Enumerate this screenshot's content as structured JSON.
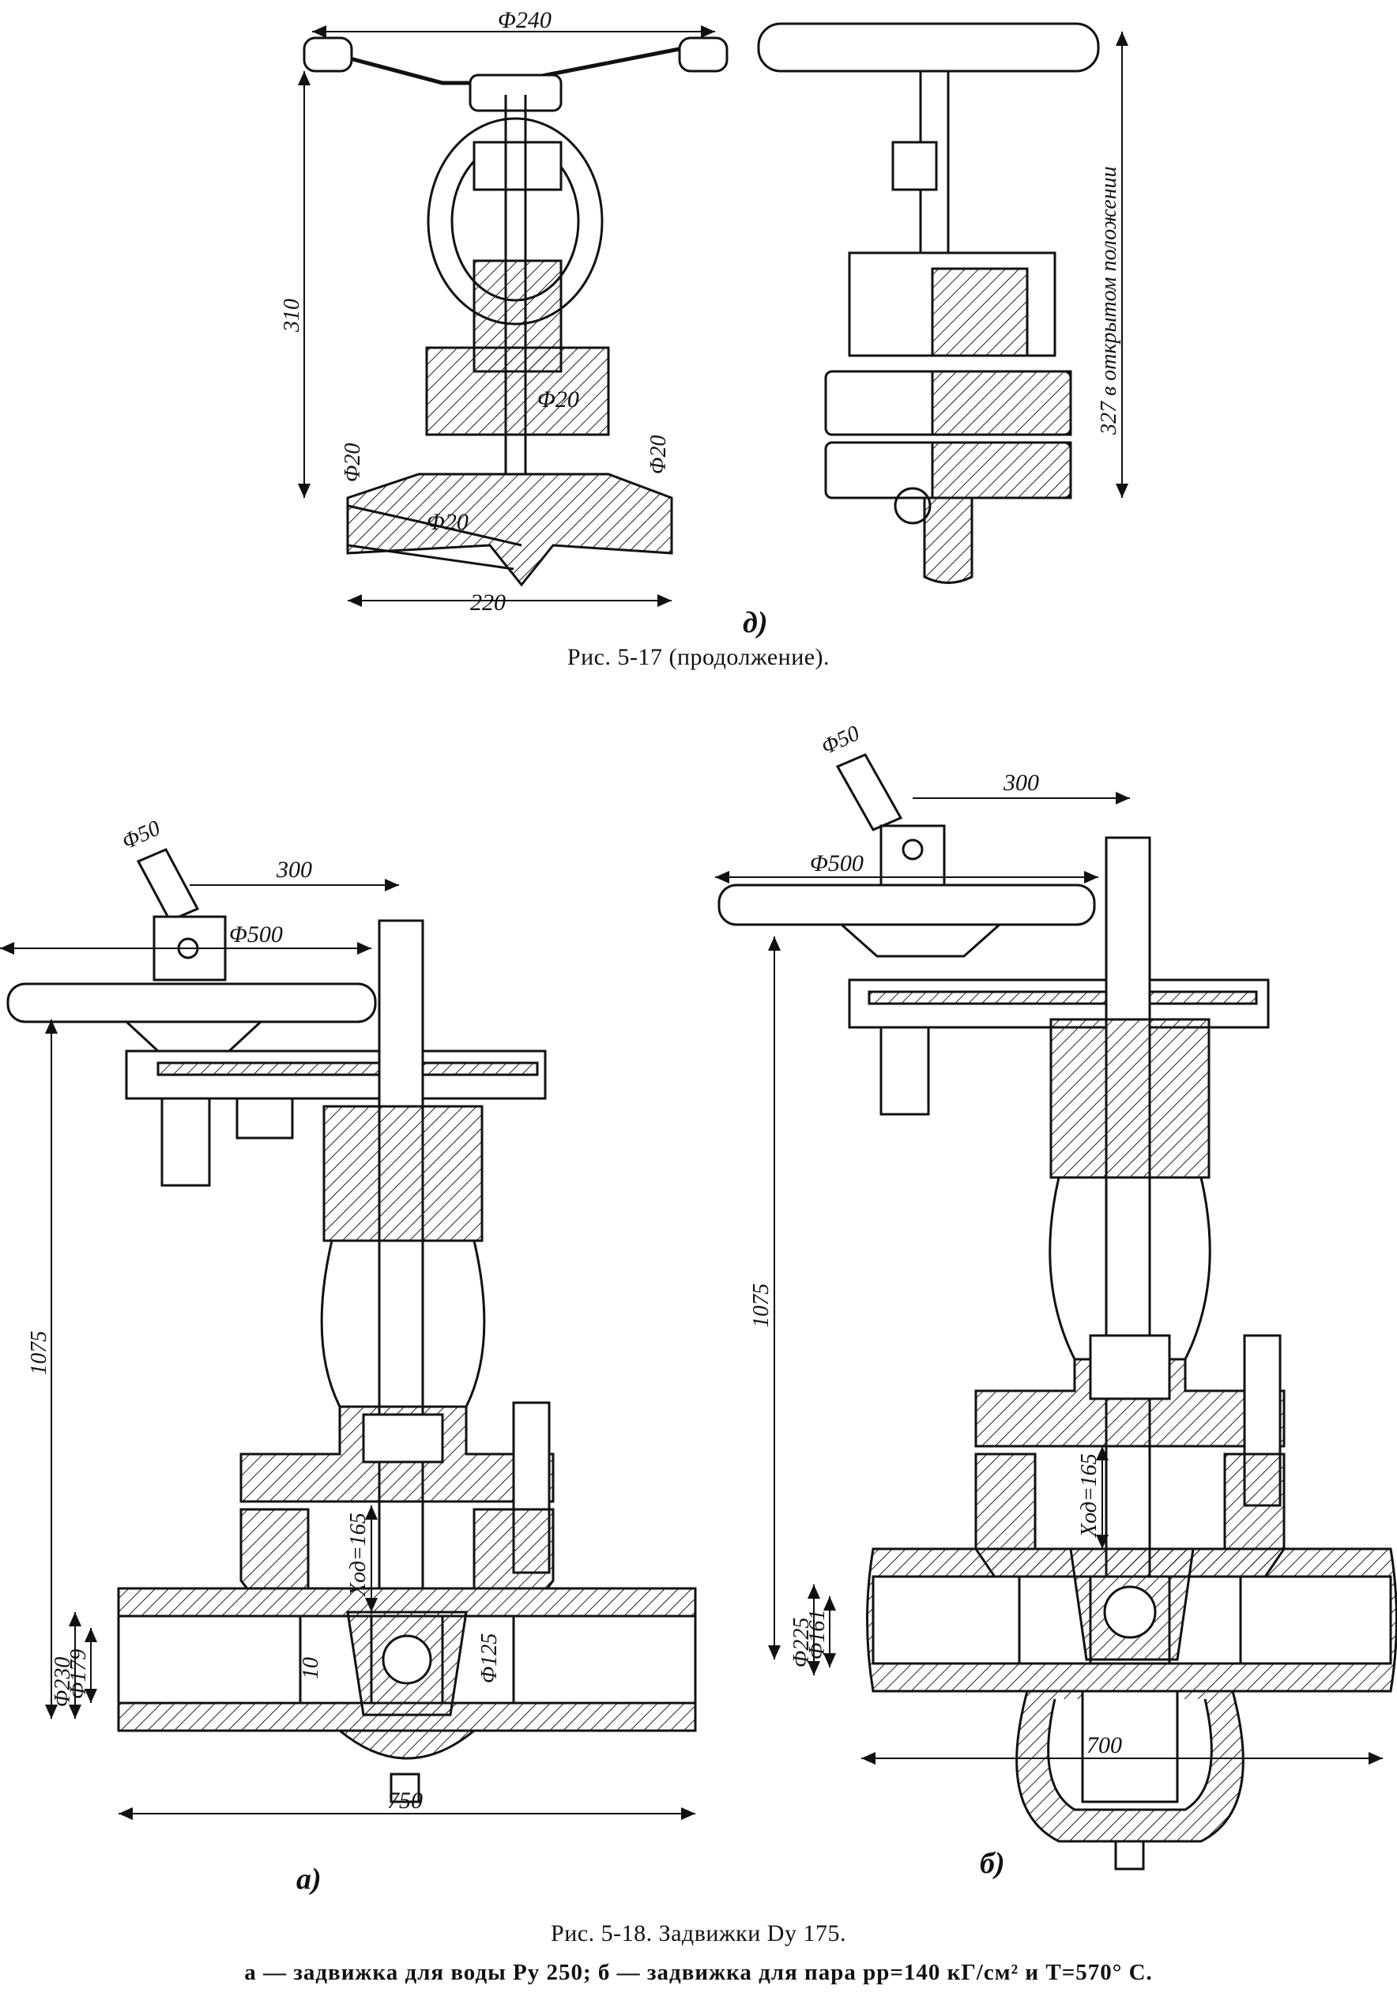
{
  "fig17": {
    "sub_d": "д)",
    "caption": "Рис. 5-17 (продолжение).",
    "dims": {
      "wheel_dia": "Φ240",
      "height": "310",
      "stem_dia": "Φ20",
      "left_port_dia": "Φ20",
      "right_port_dia": "Φ20",
      "bore_dia": "Φ20",
      "length": "220",
      "open_height": "327 в открытом положении"
    }
  },
  "fig18": {
    "caption_line1": "Рис. 5-18. Задвижки Dy 175.",
    "caption_line2": "а — задвижка для воды Py 250; б — задвижка для пара pp=140 кГ/см² и T=570° С.",
    "a": {
      "label": "а)",
      "dims": {
        "handle_dia": "Φ50",
        "offset": "300",
        "wheel_dia": "Φ500",
        "height": "1075",
        "stroke": "Xод=165",
        "outer_dia": "Φ230",
        "inner_dia": "Φ179",
        "seat_dia": "Φ125",
        "ten": "10",
        "length": "750"
      }
    },
    "b": {
      "label": "б)",
      "dims": {
        "handle_dia": "Φ50",
        "offset": "300",
        "wheel_dia": "Φ500",
        "height": "1075",
        "stroke": "Xод=165",
        "outer_dia": "Φ225",
        "inner_dia": "Φ161",
        "length": "700"
      }
    }
  }
}
